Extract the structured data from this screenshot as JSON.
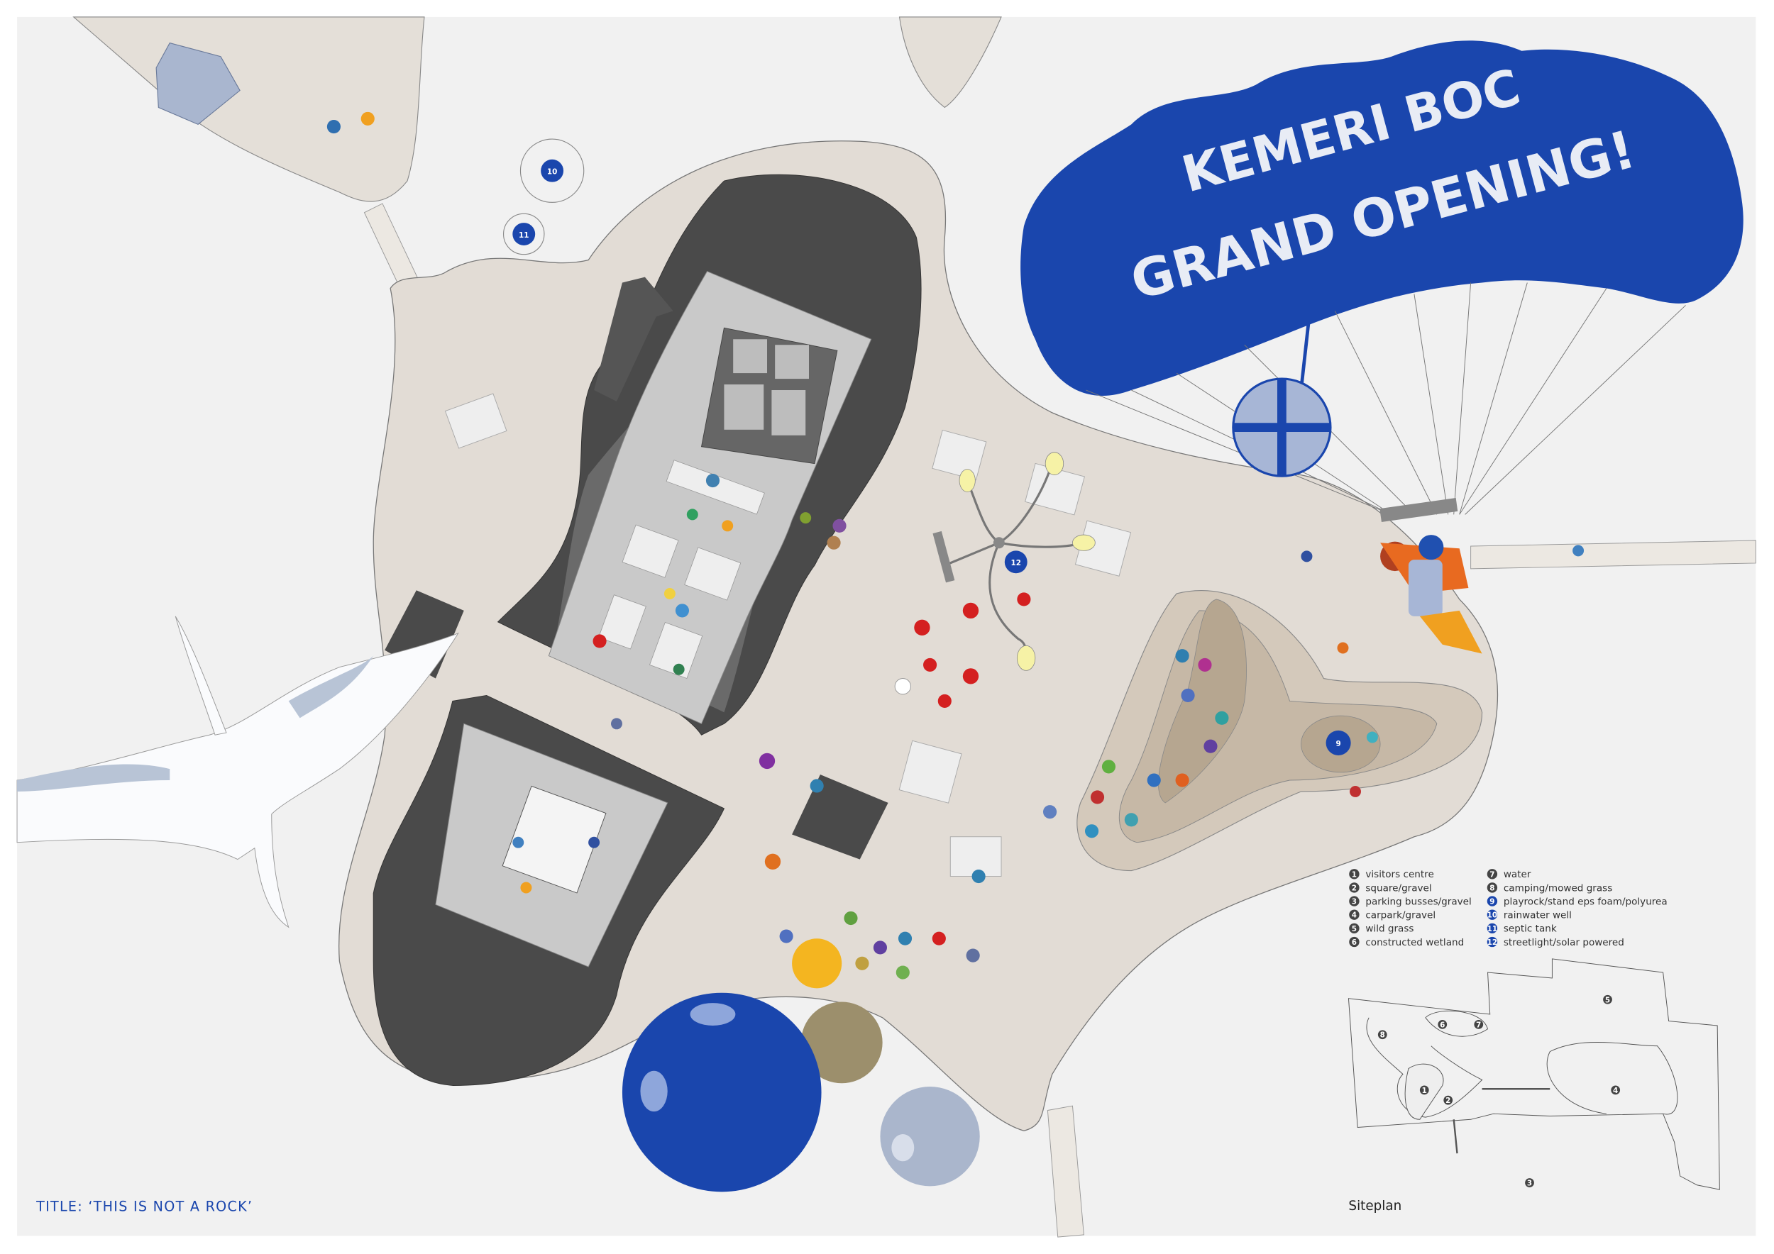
{
  "banner": {
    "line1": "KEMERI BOC",
    "line2": "GRAND OPENING!"
  },
  "title": "TITLE: ‘THIS IS NOT A ROCK’",
  "markers": {
    "m9": "9",
    "m10": "10",
    "m11": "11",
    "m12": "12"
  },
  "legend": [
    {
      "num": "1",
      "label": "visitors centre"
    },
    {
      "num": "2",
      "label": "square/gravel"
    },
    {
      "num": "3",
      "label": "parking busses/gravel"
    },
    {
      "num": "4",
      "label": "carpark/gravel"
    },
    {
      "num": "5",
      "label": "wild grass"
    },
    {
      "num": "6",
      "label": "constructed wetland"
    },
    {
      "num": "7",
      "label": "water"
    },
    {
      "num": "8",
      "label": "camping/mowed grass"
    },
    {
      "num": "9",
      "label": "playrock/stand eps foam/polyurea"
    },
    {
      "num": "10",
      "label": "rainwater well"
    },
    {
      "num": "11",
      "label": "septic tank"
    },
    {
      "num": "12",
      "label": "streetlight/solar powered"
    }
  ],
  "siteplan": {
    "label": "Siteplan",
    "zones": [
      "1",
      "2",
      "3",
      "4",
      "5",
      "6",
      "7",
      "8"
    ]
  },
  "colors": {
    "brand_blue": "#1a46ad",
    "ground": "#e2dcd5",
    "dark": "#4a4a4a",
    "background": "#f1f1f1"
  }
}
